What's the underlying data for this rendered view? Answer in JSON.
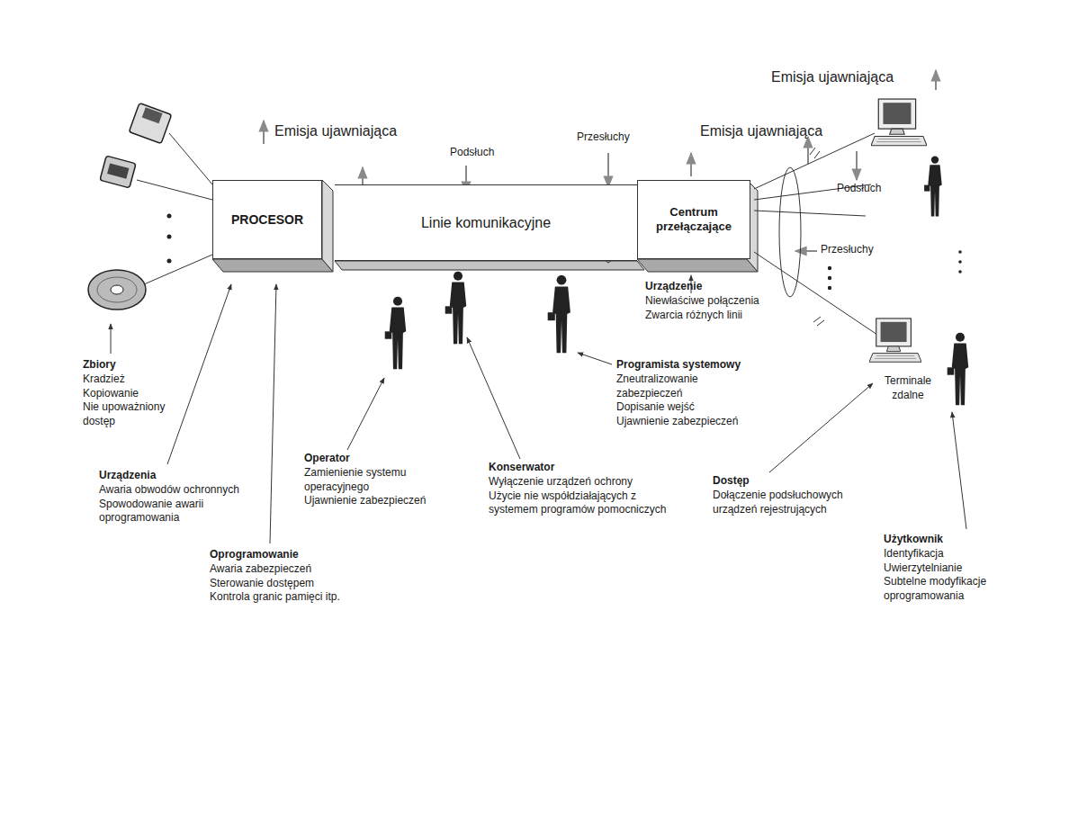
{
  "diagram": {
    "nodes": [
      {
        "text": [
          "PROCESOR"
        ]
      },
      {
        "text": [
          "Linie komunikacyjne"
        ]
      },
      {
        "text": [
          "Centrum przełączające"
        ]
      }
    ],
    "labels": [
      "Emisja ujawniająca",
      "Emisja ujawniająca",
      "Podsłuch",
      "Przesłuchy",
      "Emisja ujawniająca",
      "Podsłuch",
      "Przesłuchy",
      "Urządzenie",
      "Niewłaściwe połączenia",
      "Zwarcia różnych linii",
      "Terminale zdalne",
      "Zbiory",
      "Kradzież",
      "Kopiowanie",
      "Nie upoważniony dostęp",
      "Programista systemowy",
      "Zneutralizowanie zabezpieczeń",
      "Dopisanie wejść",
      "Ujawnienie zabezpieczeń",
      "Operator",
      "Zamienienie systemu operacyjnego",
      "Ujawnienie zabezpieczeń",
      "Konserwator",
      "Wyłączenie urządzeń ochrony",
      "Użycie nie współdziałających z systemem programów pomocniczych",
      "Urządzenia",
      "Awaria obwodów ochronnych",
      "Spowodowanie awarii oprogramowania",
      "Dostęp",
      "Dołączenie podsłuchowych urządzeń rejestrujących",
      "Oprogramowanie",
      "Awaria zabezpieczeń",
      "Sterowanie dostępem",
      "Kontrola granic pamięci itp.",
      "Użytkownik",
      "Identyfikacja",
      "Uwierzytelnianie",
      "Subtelne modyfikacje oprogramowania"
    ]
  }
}
